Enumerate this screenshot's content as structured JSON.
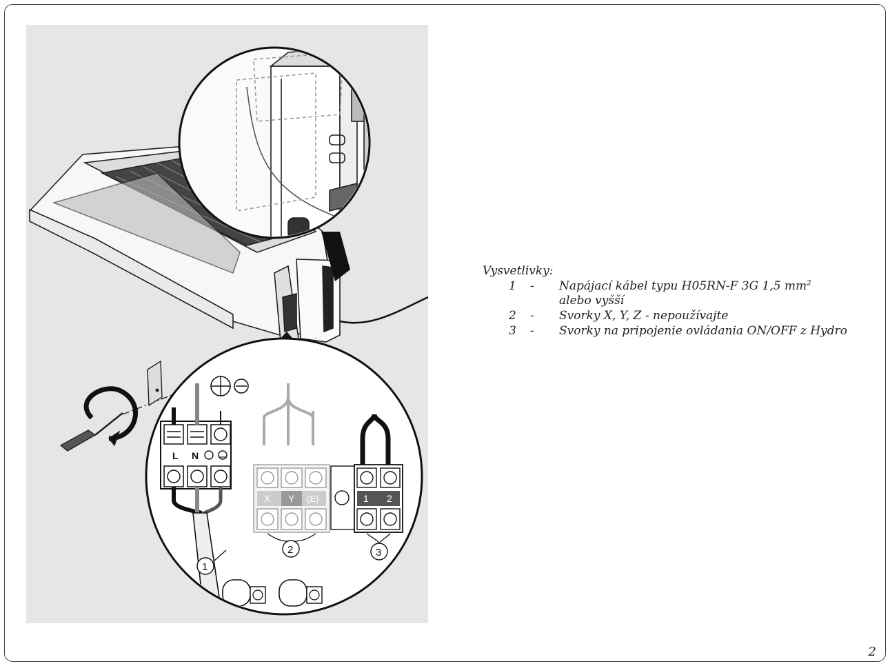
{
  "figure": {
    "terminal_labels": {
      "l": "L",
      "n": "N",
      "x": "X",
      "y": "Y",
      "e": "(E)",
      "one": "1",
      "two": "2"
    },
    "callouts": [
      "1",
      "2",
      "3"
    ]
  },
  "legend": {
    "title": "Vysvetlivky:",
    "items": [
      {
        "num": "1",
        "dash": "-",
        "text_main": "Napájací kábel typu H05RN-F 3G 1,5 mm",
        "sup": "2",
        "text_tail": "alebo vyšší"
      },
      {
        "num": "2",
        "dash": "-",
        "text": "Svorky X, Y, Z - nepoužívajte"
      },
      {
        "num": "3",
        "dash": "-",
        "text": "Svorky na pripojenie ovládania ON/OFF z Hydro"
      }
    ]
  },
  "page_number": "2"
}
